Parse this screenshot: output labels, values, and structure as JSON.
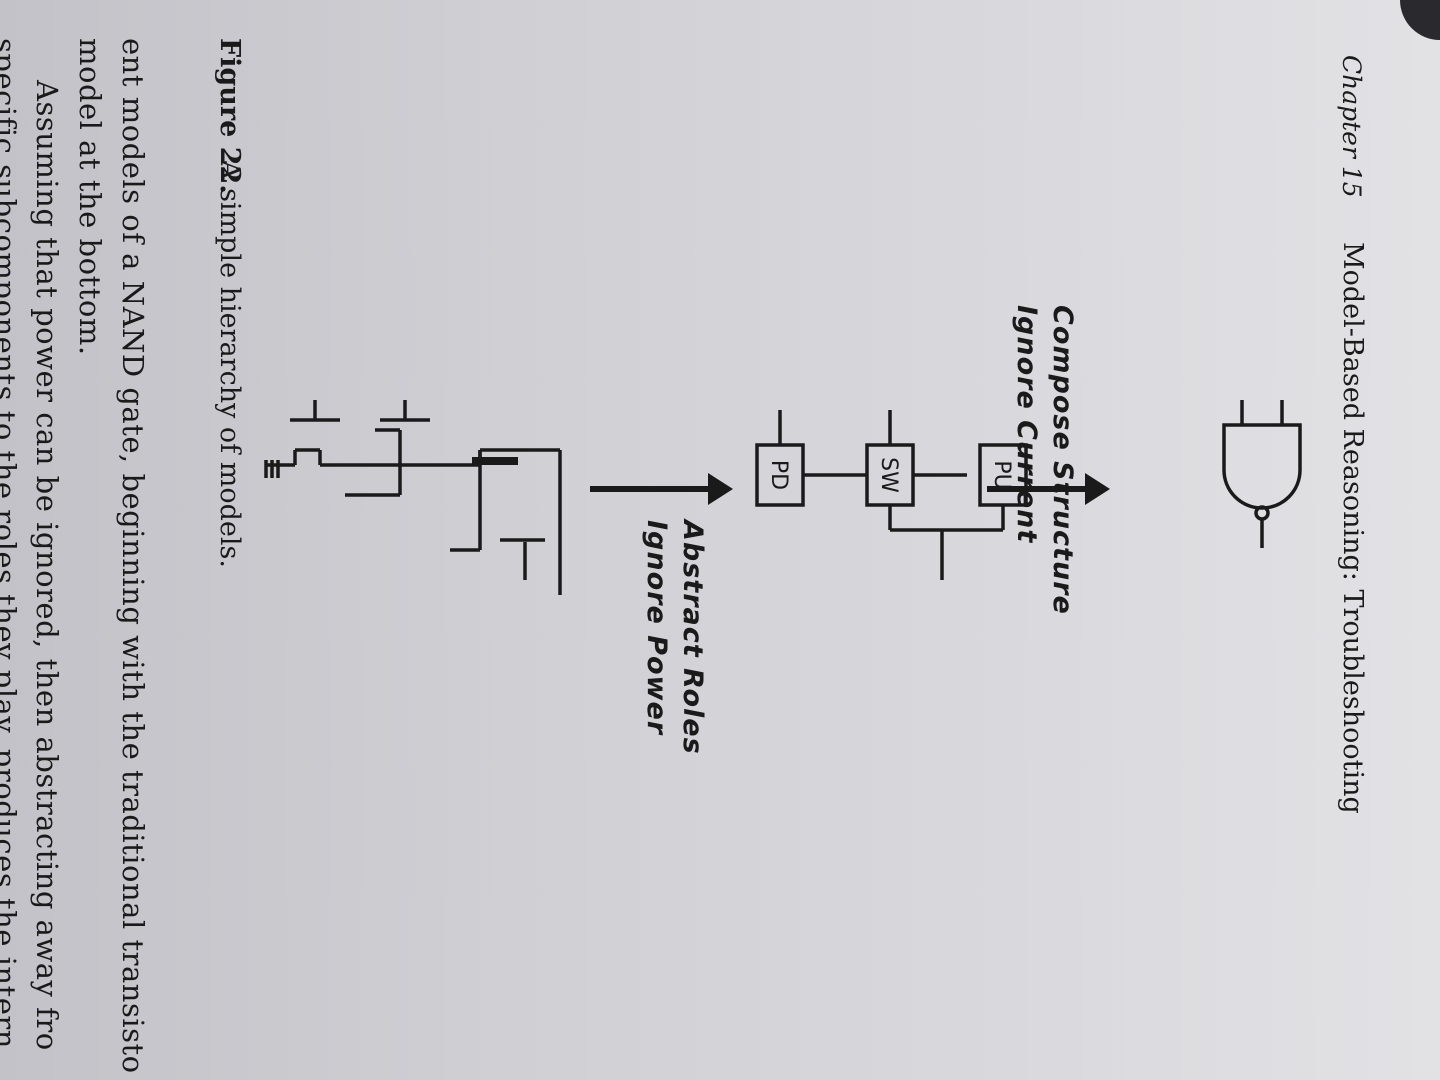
{
  "header": {
    "chapter": "Chapter 15",
    "title": "Model-Based Reasoning: Troubleshooting"
  },
  "figure": {
    "label": "Figure 22.",
    "caption": "A simple hierarchy of models.",
    "arrow_top": {
      "line1": "Compose Structure",
      "line2": "Ignore Current"
    },
    "arrow_bottom": {
      "line1": "Abstract Roles",
      "line2": "Ignore Power"
    },
    "blocks": [
      "PU",
      "SW",
      "PD"
    ]
  },
  "body": {
    "lines": [
      "ent models of a NAND gate, beginning with the traditional transisto",
      "model at the bottom.",
      "Assuming that power can be ignored, then abstracting away fro",
      "specific subcomponents to the roles they play, produces the intern"
    ]
  }
}
